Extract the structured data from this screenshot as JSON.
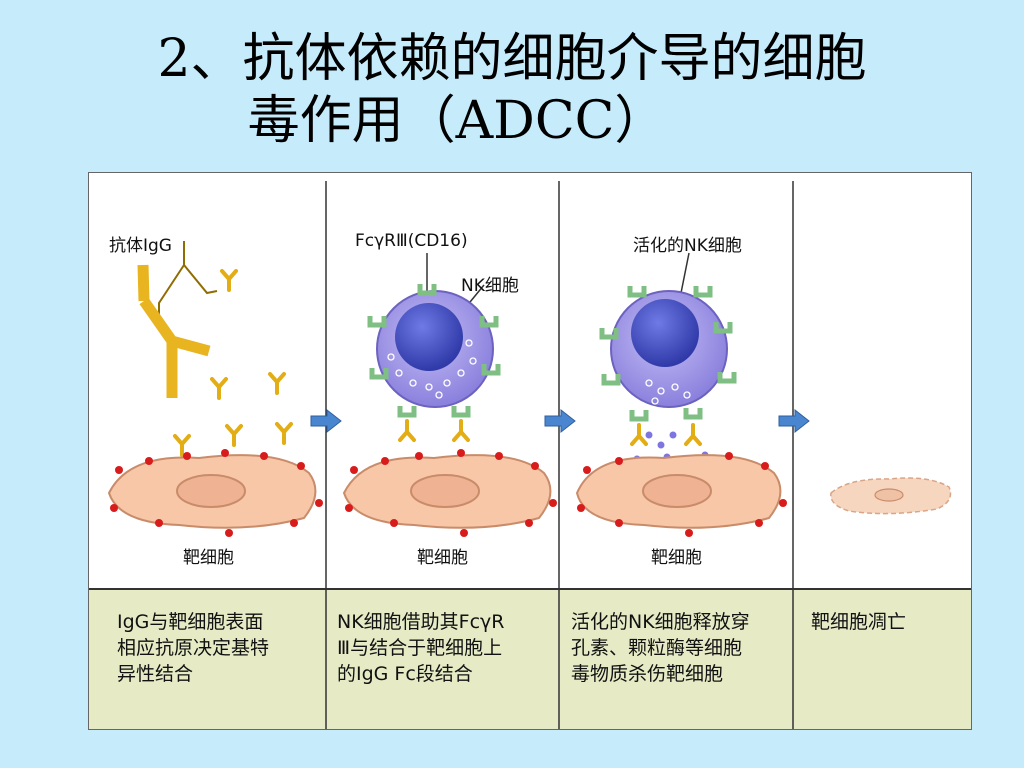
{
  "title": {
    "line1": "2、抗体依赖的细胞介导的细胞",
    "line2": "毒作用（ADCC）"
  },
  "panels": [
    {
      "labels": {
        "antibody": "抗体IgG",
        "target": "靶细胞"
      },
      "caption": "IgG与靶细胞表面\n相应抗原决定基特\n异性结合"
    },
    {
      "labels": {
        "receptor": "FcγRⅢ(CD16)",
        "nk": "NK细胞",
        "target": "靶细胞"
      },
      "caption": "NK细胞借助其FcγR\nⅢ与结合于靶细胞上\n的IgG Fc段结合"
    },
    {
      "labels": {
        "activated_nk": "活化的NK细胞",
        "target": "靶细胞"
      },
      "caption": "活化的NK细胞释放穿\n孔素、颗粒酶等细胞\n毒物质杀伤靶细胞"
    },
    {
      "labels": {},
      "caption": "靶细胞凋亡"
    }
  ],
  "colors": {
    "background": "#c6ecfc",
    "caption_bg": "#e6ebc6",
    "antibody": "#f2c12e",
    "nk_outer": "#9b91e6",
    "nk_nucleus": "#4a55c8",
    "receptor": "#8bc48e",
    "target_cell": "#f7c7a8",
    "antigen": "#d81c1c",
    "arrow": "#4a86d0"
  }
}
